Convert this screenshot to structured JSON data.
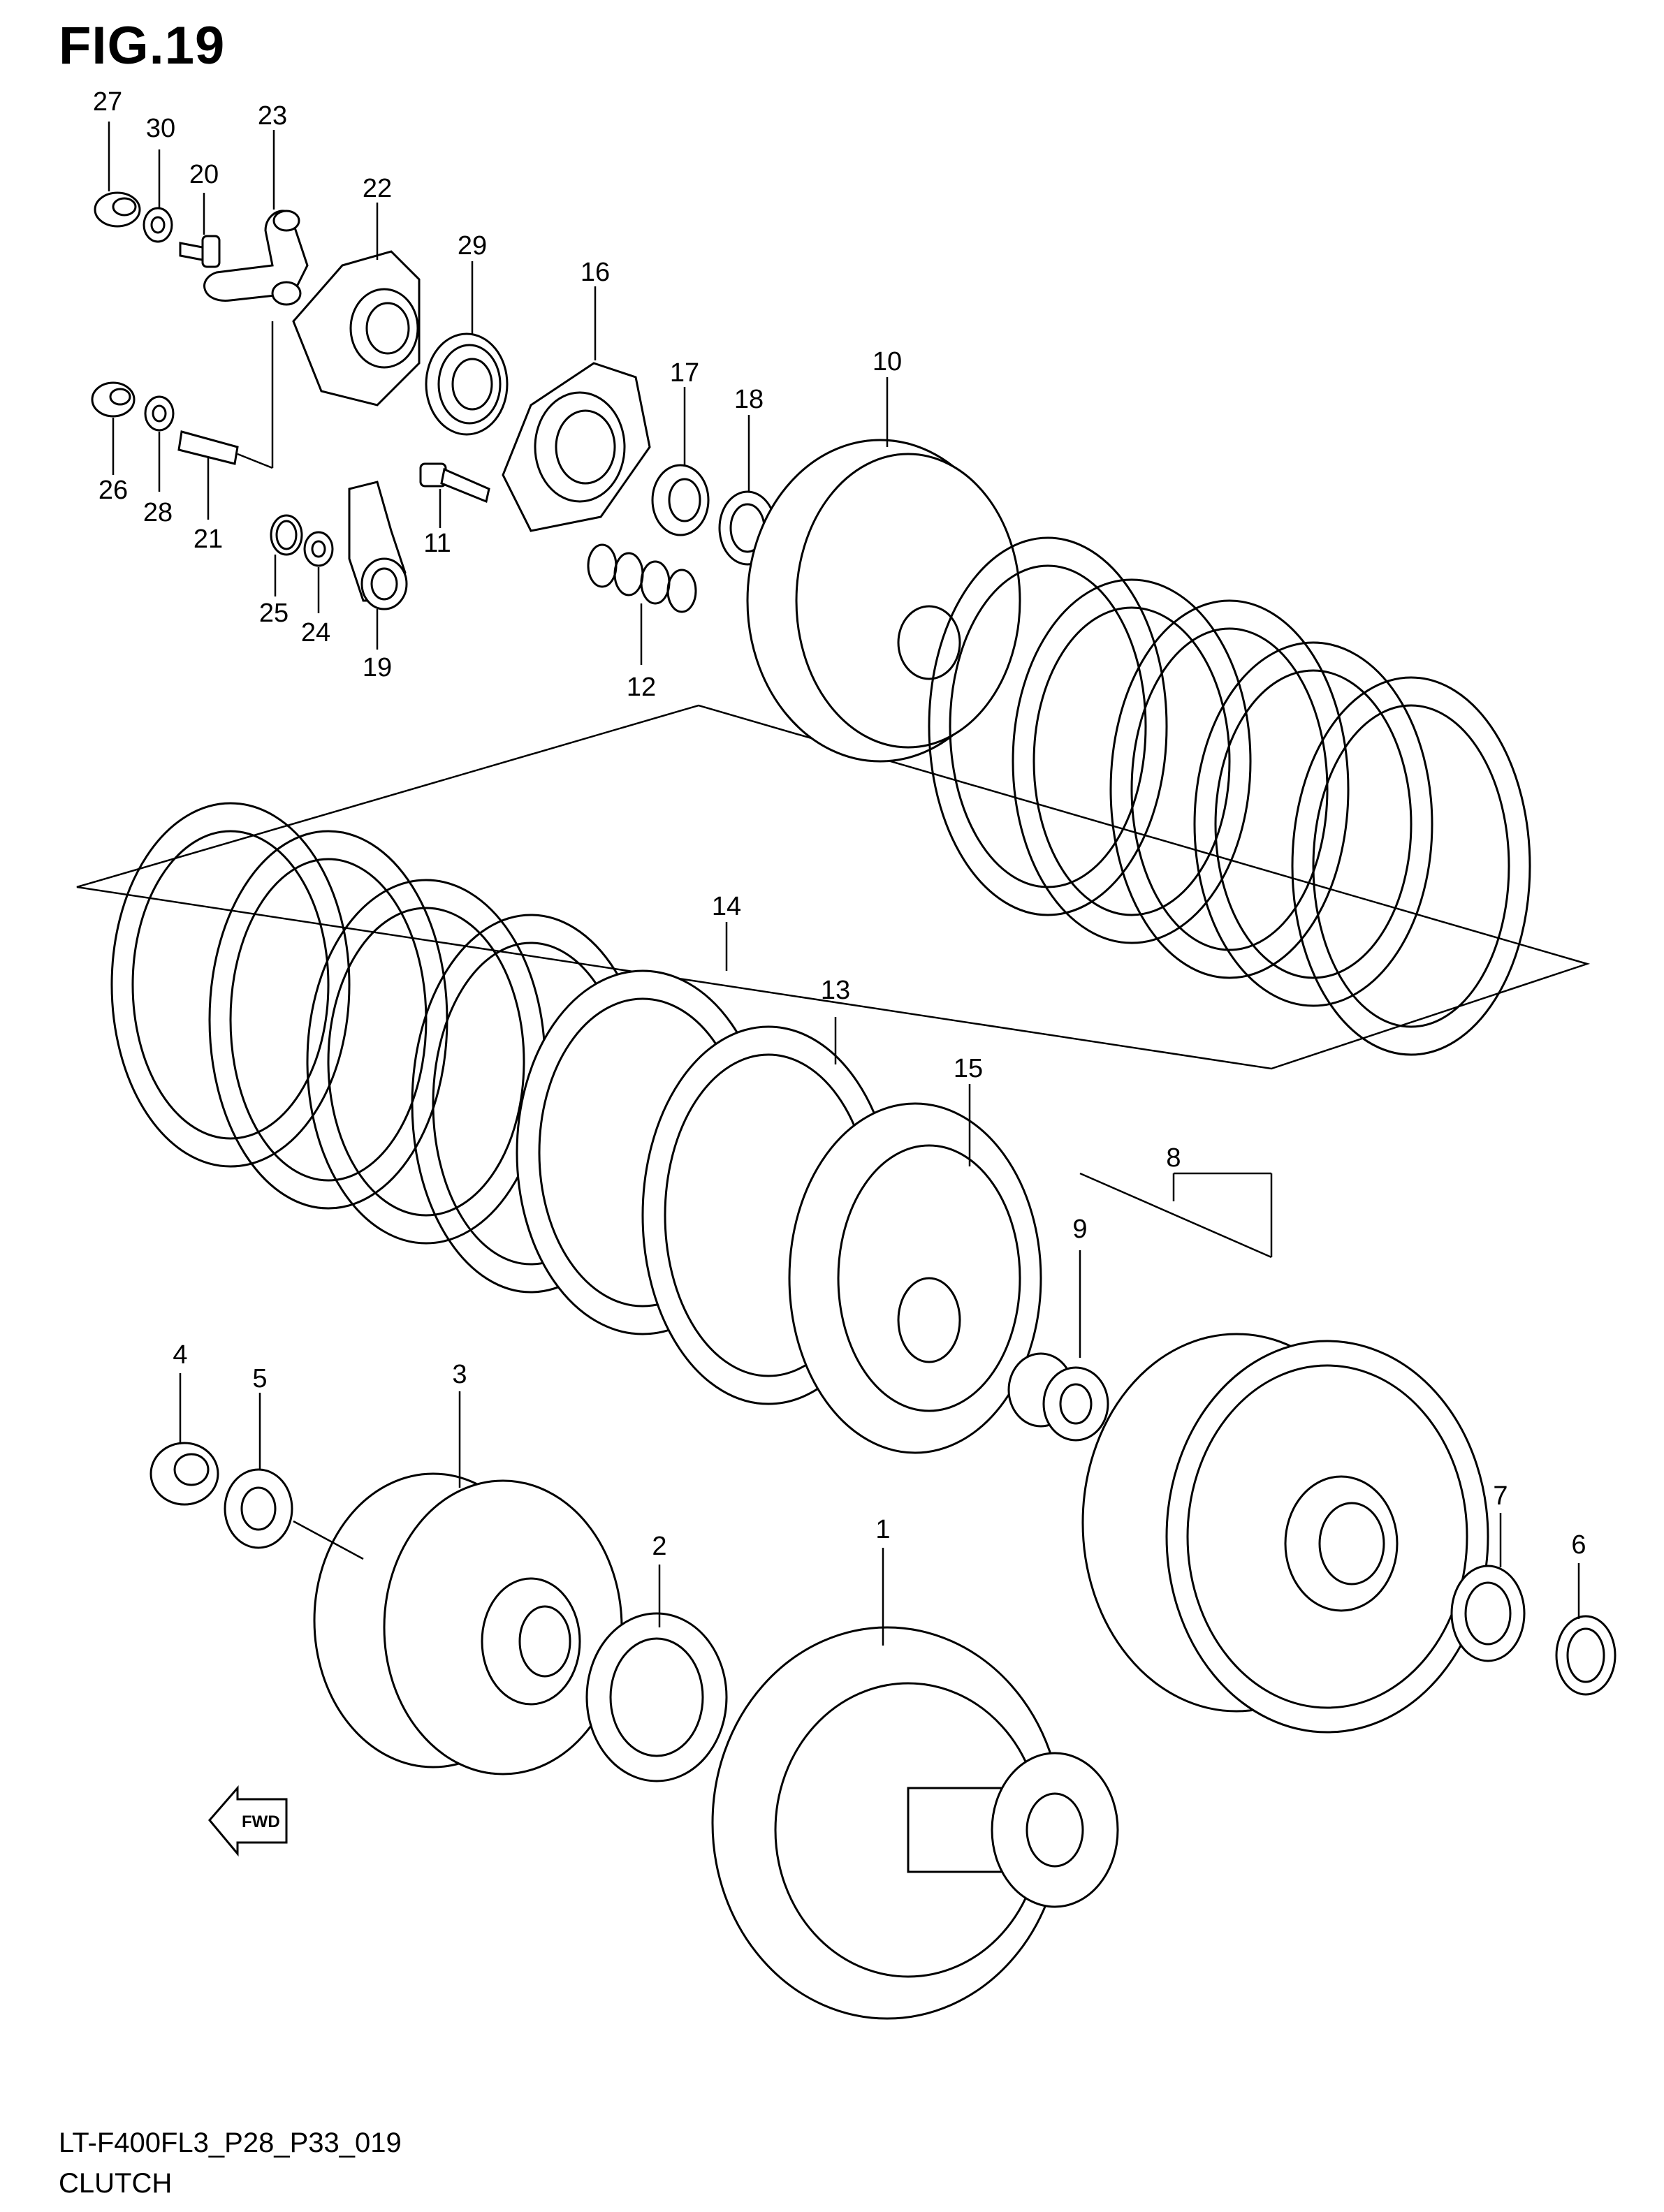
{
  "figure": {
    "title": "FIG.19",
    "diagram_code": "LT-F400FL3_P28_P33_019",
    "assembly_name": "CLUTCH",
    "direction_label": "FWD"
  },
  "callouts": [
    {
      "id": "c1",
      "label": "1"
    },
    {
      "id": "c2",
      "label": "2"
    },
    {
      "id": "c3",
      "label": "3"
    },
    {
      "id": "c4",
      "label": "4"
    },
    {
      "id": "c5",
      "label": "5"
    },
    {
      "id": "c6",
      "label": "6"
    },
    {
      "id": "c7",
      "label": "7"
    },
    {
      "id": "c8",
      "label": "8"
    },
    {
      "id": "c9",
      "label": "9"
    },
    {
      "id": "c10",
      "label": "10"
    },
    {
      "id": "c11",
      "label": "11"
    },
    {
      "id": "c12",
      "label": "12"
    },
    {
      "id": "c13",
      "label": "13"
    },
    {
      "id": "c14",
      "label": "14"
    },
    {
      "id": "c15",
      "label": "15"
    },
    {
      "id": "c16",
      "label": "16"
    },
    {
      "id": "c17",
      "label": "17"
    },
    {
      "id": "c18",
      "label": "18"
    },
    {
      "id": "c19",
      "label": "19"
    },
    {
      "id": "c20",
      "label": "20"
    },
    {
      "id": "c21",
      "label": "21"
    },
    {
      "id": "c22",
      "label": "22"
    },
    {
      "id": "c23",
      "label": "23"
    },
    {
      "id": "c24",
      "label": "24"
    },
    {
      "id": "c25",
      "label": "25"
    },
    {
      "id": "c26",
      "label": "26"
    },
    {
      "id": "c27",
      "label": "27"
    },
    {
      "id": "c28",
      "label": "28"
    },
    {
      "id": "c29",
      "label": "29"
    },
    {
      "id": "c30",
      "label": "30"
    }
  ]
}
